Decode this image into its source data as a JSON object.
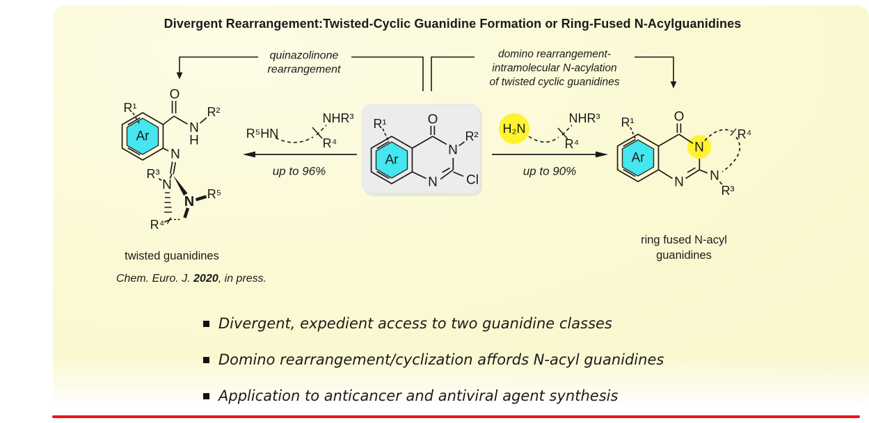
{
  "title": "Divergent Rearrangement:Twisted-Cyclic Guanidine Formation or Ring-Fused N-Acylguanidines",
  "scheme": {
    "left_pathway": {
      "label_line1": "quinazolinone",
      "label_line2": "rearrangement",
      "yield": "up to 96%",
      "reagent": {
        "group_left": "R⁵HN",
        "group_top": "NHR³",
        "group_bottom": "R⁴"
      }
    },
    "right_pathway": {
      "label_line1": "domino rearrangement-",
      "label_line2": "intramolecular N-acylation",
      "label_line3": "of twisted cyclic guanidines",
      "yield": "up to 90%",
      "reagent": {
        "group_left": "H₂N",
        "group_top": "NHR³",
        "group_bottom": "R⁴"
      }
    },
    "substrate": {
      "r1": "R¹",
      "ar": "Ar",
      "o": "O",
      "n3": "N",
      "r2": "R²",
      "n1": "N",
      "cl": "Cl"
    },
    "left_product": {
      "r1": "R¹",
      "ar": "Ar",
      "o": "O",
      "n_amide": "N",
      "h": "H",
      "r2": "R²",
      "n_imine": "N",
      "r3": "R³",
      "n_ring": "N",
      "n_bold": "N",
      "r5": "R⁵",
      "r4": "R⁴",
      "caption": "twisted guanidines"
    },
    "right_product": {
      "r1": "R¹",
      "ar": "Ar",
      "o": "O",
      "n_acyl": "N",
      "n1": "N",
      "n_amine": "N",
      "r3": "R³",
      "r4": "R⁴",
      "caption_line1": "ring fused N-acyl",
      "caption_line2": "guanidines"
    }
  },
  "citation": {
    "journal": "Chem. Euro. J. ",
    "year": "2020",
    "suffix": ", in press."
  },
  "bullets": [
    "Divergent, expedient access to two guanidine classes",
    "Domino rearrangement/cyclization affords N-acyl guanidines",
    "Application to anticancer and antiviral agent synthesis"
  ],
  "colors": {
    "card_background": "#FBF9D3",
    "highlight_cyan": "#45E6EF",
    "highlight_yellow": "#FFF21C",
    "substrate_box": "#ECECEC",
    "rule_red": "#E8151B",
    "ink": "#1A1A1A"
  }
}
